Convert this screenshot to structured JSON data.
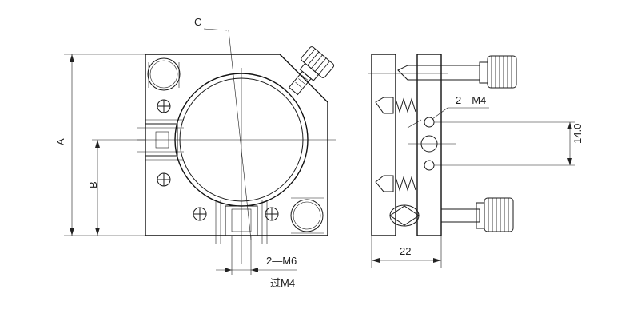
{
  "drawing": {
    "front_view": {
      "label_c": "C",
      "label_a": "A",
      "label_b": "B",
      "label_thread": "2—M6",
      "label_through": "过M4"
    },
    "side_view": {
      "label_holes": "2—M4",
      "label_spacing": "14.0",
      "label_width": "22"
    }
  }
}
